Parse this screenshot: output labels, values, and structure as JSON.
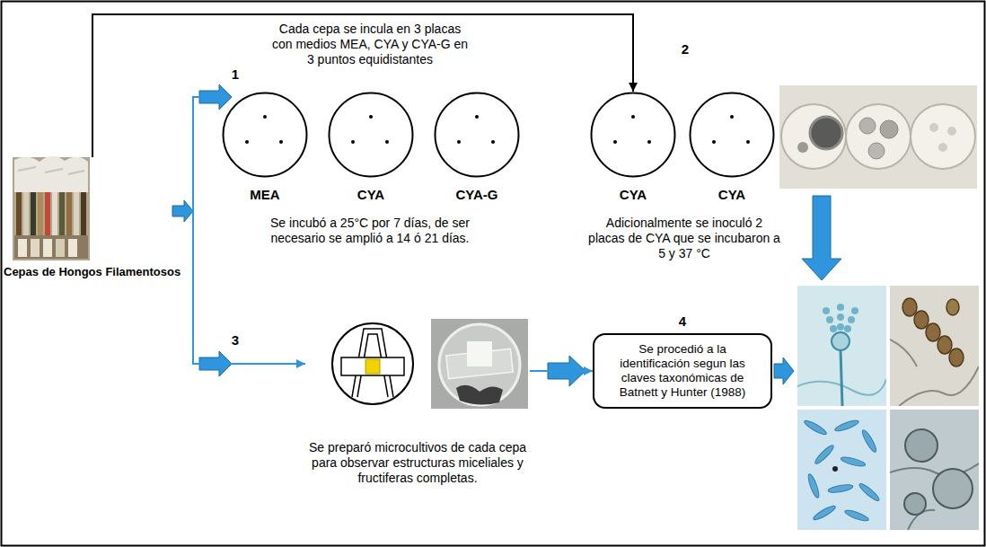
{
  "diagram": {
    "nodes": [
      {
        "text": [
          "Cepas de Hongos Filamentosos"
        ]
      },
      {
        "text": [
          "MEA"
        ]
      },
      {
        "text": [
          "CYA"
        ]
      },
      {
        "text": [
          "CYA-G"
        ]
      },
      {
        "text": [
          "CYA"
        ]
      },
      {
        "text": [
          "CYA"
        ]
      },
      {
        "text": [
          "Se preparó microcultivos de cada cepa para observar estructuras miceliales y fructiferas completas."
        ]
      },
      {
        "text": [
          "Se procedió a la identificación segun las claves taxonómicas de Batnett y Hunter (1988)"
        ]
      }
    ],
    "edges": [
      {
        "from": 0,
        "to": 4,
        "arrow": "to"
      },
      {
        "from": 0,
        "to": 1,
        "arrow": "to"
      },
      {
        "from": 0,
        "to": 6,
        "arrow": "to"
      },
      {
        "from": 6,
        "to": 7,
        "arrow": "to"
      }
    ],
    "labels": [
      "Cada cepa se incula en 3 placas con medios MEA, CYA y CYA-G en 3 puntos equidistantes",
      "1",
      "Se incubó a 25°C por 7 días, de ser necesario se amplió a 14 ó 21 días.",
      "2",
      "Adicionalmente se inoculó 2 placas de CYA que se incubaron a 5 y 37 °C",
      "3",
      "4"
    ]
  }
}
